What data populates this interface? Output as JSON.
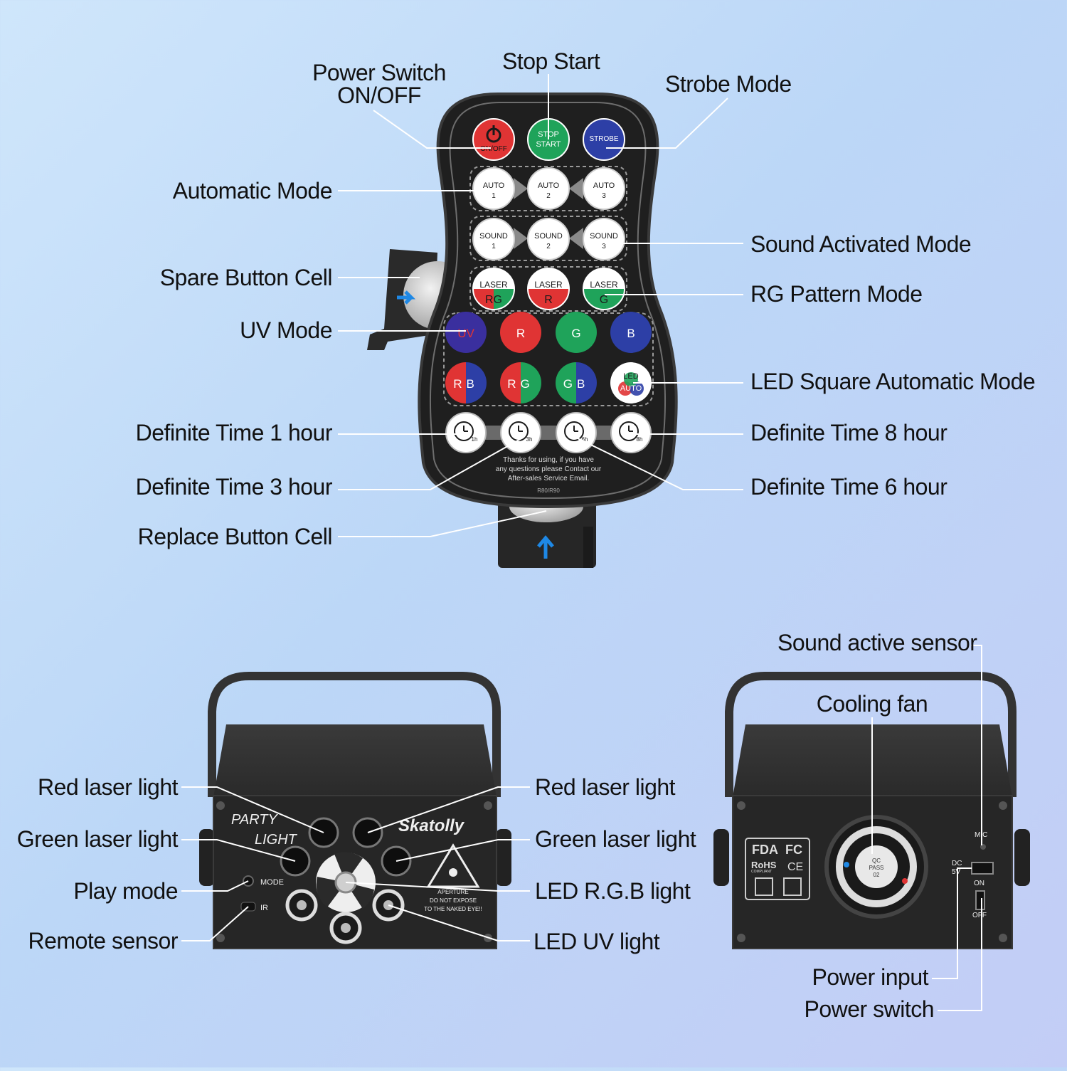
{
  "colors": {
    "background": "#c5dcf8",
    "remote_body": "#1f1f1f",
    "device_body": "#262626",
    "power_button": "#e03434",
    "stop_button": "#1fa35a",
    "strobe_button": "#2d3fa6",
    "red": "#e03434",
    "green": "#1fa35a",
    "blue": "#2d3fa6",
    "uv": "#3a2f9e",
    "leader_line": "#ffffff"
  },
  "remote": {
    "labels": {
      "power_switch": "Power Switch\nON/OFF",
      "stop_start": "Stop Start",
      "strobe_mode": "Strobe Mode",
      "automatic_mode": "Automatic Mode",
      "sound_activated_mode": "Sound Activated Mode",
      "spare_button_cell": "Spare Button Cell",
      "rg_pattern_mode": "RG Pattern Mode",
      "uv_mode": "UV Mode",
      "led_square_automatic_mode": "LED Square Automatic Mode",
      "definite_time_1": "Definite Time 1 hour",
      "definite_time_8": "Definite Time 8 hour",
      "definite_time_3": "Definite Time 3 hour",
      "definite_time_6": "Definite Time 6 hour",
      "replace_button_cell": "Replace Button Cell"
    },
    "buttons": {
      "onoff": "ON/OFF",
      "stop": "STOP",
      "start": "START",
      "strobe": "STROBE",
      "auto": "AUTO",
      "auto_nums": [
        "1",
        "2",
        "3"
      ],
      "sound": "SOUND",
      "sound_nums": [
        "1",
        "2",
        "3"
      ],
      "laser": "LASER",
      "laser_sub": [
        "RG",
        "R",
        "G"
      ],
      "color_row": [
        "UV",
        "R",
        "G",
        "B"
      ],
      "mix_row": [
        "RB",
        "RG",
        "GB"
      ],
      "led": "LED",
      "led_auto": "AUTO",
      "timers": [
        "1h",
        "3h",
        "6h",
        "8h"
      ]
    },
    "footer_text": [
      "Thanks for using, if you have",
      "any questions please Contact our",
      "After-sales Service Email."
    ],
    "model": "R80/R90"
  },
  "front": {
    "labels": {
      "red_laser_left": "Red laser light",
      "green_laser_left": "Green laser light",
      "play_mode": "Play mode",
      "remote_sensor": "Remote sensor",
      "red_laser_right": "Red laser light",
      "green_laser_right": "Green laser light",
      "led_rgb": "LED R.G.B light",
      "led_uv": "LED UV light"
    },
    "panel_text": {
      "party": "PARTY",
      "light": "LIGHT",
      "brand": "Skatolly",
      "mode": "MODE",
      "ir": "IR",
      "aperture": "APERTURE",
      "warning1": "DO NOT EXPOSE",
      "warning2": "TO THE NAKED EYE!!"
    }
  },
  "back": {
    "labels": {
      "sound_active_sensor": "Sound active sensor",
      "cooling_fan": "Cooling fan",
      "power_input": "Power input",
      "power_switch": "Power switch"
    },
    "panel_text": {
      "fda": "FDA",
      "fc": "FC",
      "rohs": "RoHS",
      "compliant": "COMPLIANT",
      "ce": "CE",
      "mic": "MIC",
      "dc": "DC",
      "five_v": "5V",
      "on": "ON",
      "off": "OFF",
      "qc1": "QC",
      "qc2": "PASS",
      "qc3": "02"
    }
  }
}
